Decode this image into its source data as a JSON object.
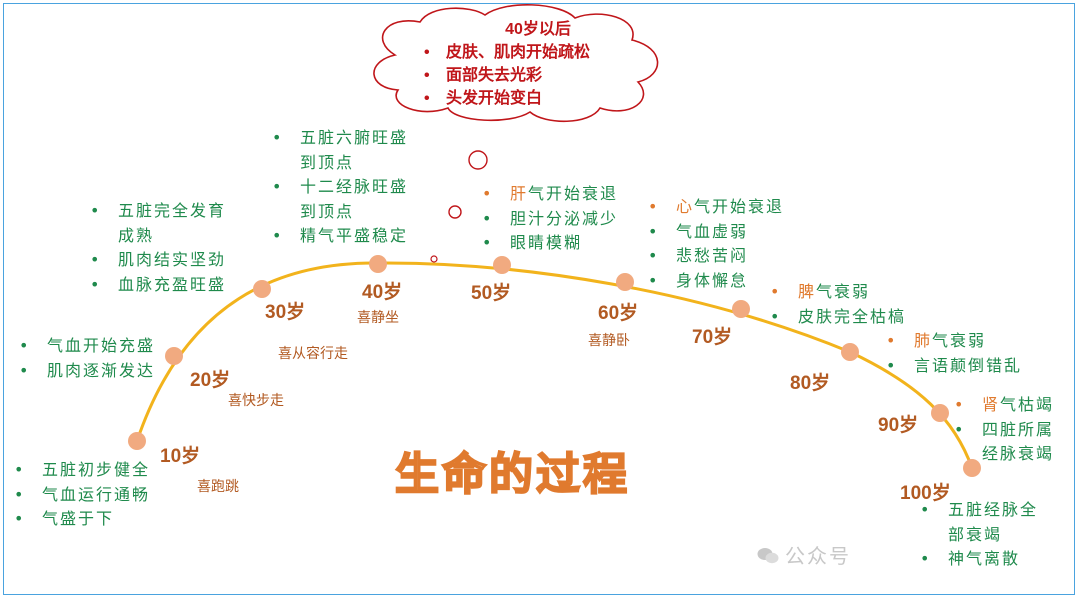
{
  "title": "生命的过程",
  "cloud": {
    "title": "40岁以后",
    "items": [
      "皮肤、肌肉开始疏松",
      "面部失去光彩",
      "头发开始变白"
    ]
  },
  "colors": {
    "arc": "#f2b31c",
    "node": "#f1aa80",
    "age_text": "#b25a22",
    "note_text": "#1f8a4c",
    "organ_text": "#e07a2e",
    "cloud_text": "#c0161a",
    "frame": "#4aa3df"
  },
  "stages": [
    {
      "age": "10岁",
      "hobby": "喜跑跳",
      "notes": [
        [
          "五脏初步健全"
        ],
        [
          "气血运行通畅"
        ],
        [
          "气盛于下"
        ]
      ]
    },
    {
      "age": "20岁",
      "hobby": "喜快步走",
      "notes": [
        [
          "气血开始充盛"
        ],
        [
          "肌肉逐渐发达"
        ]
      ]
    },
    {
      "age": "30岁",
      "hobby": "喜从容行走",
      "notes": [
        [
          "五脏完全发育",
          "成熟"
        ],
        [
          "肌肉结实坚劲"
        ],
        [
          "血脉充盈旺盛"
        ]
      ]
    },
    {
      "age": "40岁",
      "hobby": "喜静坐",
      "notes": [
        [
          "五脏六腑旺盛",
          "到顶点"
        ],
        [
          "十二经脉旺盛",
          "到顶点"
        ],
        [
          "精气平盛稳定"
        ]
      ]
    },
    {
      "age": "50岁",
      "hobby": "",
      "organ": "肝",
      "notes": [
        [
          "气开始衰退"
        ],
        [
          "胆汁分泌减少"
        ],
        [
          "眼睛模糊"
        ]
      ]
    },
    {
      "age": "60岁",
      "hobby": "喜静卧",
      "organ": "心",
      "notes": [
        [
          "气开始衰退"
        ],
        [
          "气血虚弱"
        ],
        [
          "悲愁苦闷"
        ],
        [
          "身体懈怠"
        ]
      ]
    },
    {
      "age": "70岁",
      "hobby": "",
      "organ": "脾",
      "notes": [
        [
          "气衰弱"
        ],
        [
          "皮肤完全枯槁"
        ]
      ]
    },
    {
      "age": "80岁",
      "hobby": "",
      "organ": "肺",
      "notes": [
        [
          "气衰弱"
        ],
        [
          "言语颠倒错乱"
        ]
      ]
    },
    {
      "age": "90岁",
      "hobby": "",
      "organ": "肾",
      "notes": [
        [
          "气枯竭"
        ],
        [
          "四脏所属",
          "经脉衰竭"
        ]
      ]
    },
    {
      "age": "100岁",
      "hobby": "",
      "notes": [
        [
          "五脏经脉全",
          "部衰竭"
        ],
        [
          "神气离散"
        ]
      ]
    }
  ],
  "watermark": "公众号"
}
